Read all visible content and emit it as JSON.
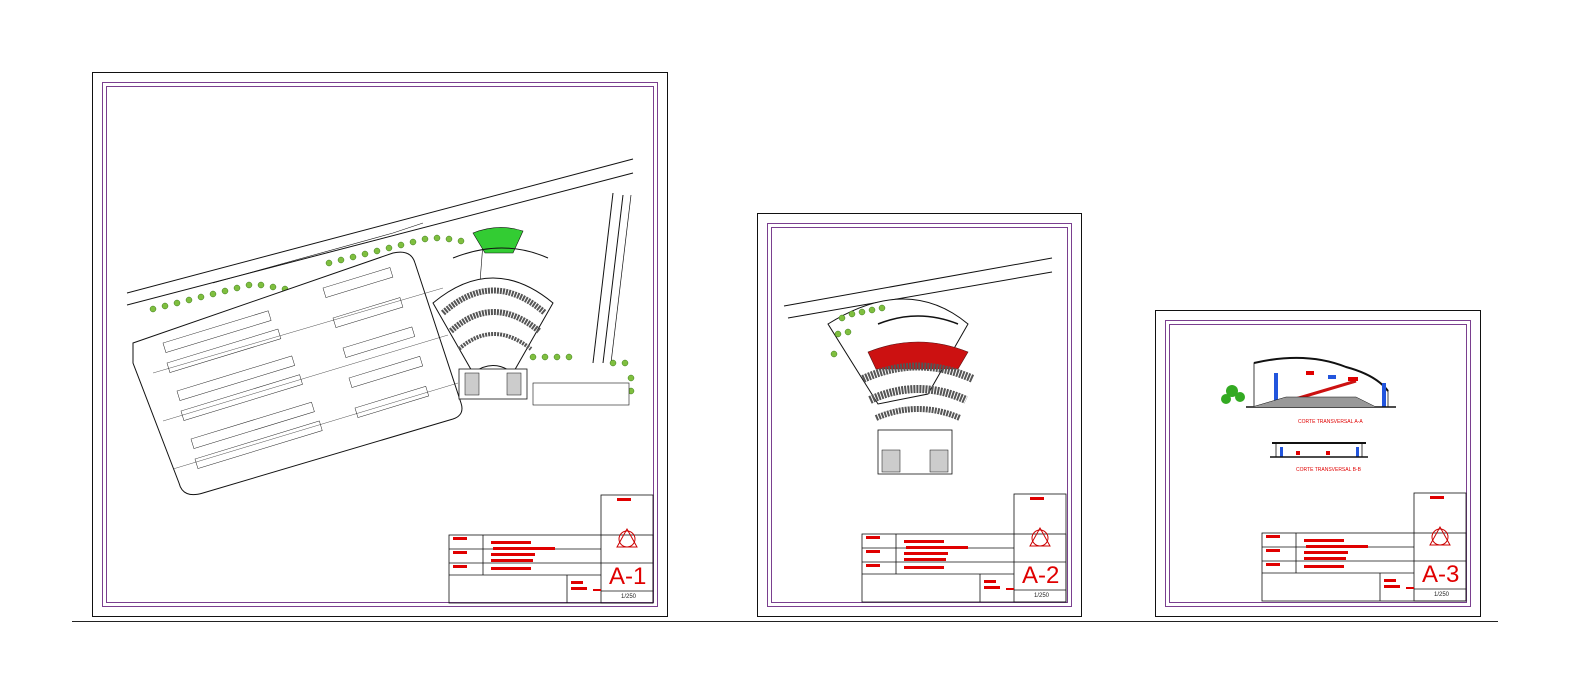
{
  "sheets": [
    {
      "id": "A-1",
      "label": "A-1",
      "scale": "1/250",
      "content": "site plan with parking lots and auditorium"
    },
    {
      "id": "A-2",
      "label": "A-2",
      "scale": "1/250",
      "content": "auditorium floor plan"
    },
    {
      "id": "A-3",
      "label": "A-3",
      "scale": "1/250",
      "content": "cross sections"
    }
  ],
  "sections": {
    "a_a": "CORTE TRANSVERSAL A-A",
    "b_b": "CORTE TRANSVERSAL B-B"
  },
  "colors": {
    "title_red": "#e00000",
    "border_purple": "#7a3f8f",
    "line": "#111111",
    "tree_green": "#33aa22",
    "seat_red": "#cc1111",
    "glass_blue": "#2255dd"
  }
}
